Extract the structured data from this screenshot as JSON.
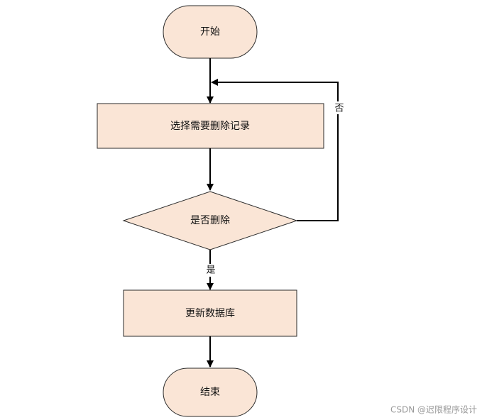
{
  "colors": {
    "node_fill": "#fae5d6",
    "node_stroke": "#2b2b2b",
    "edge_stroke": "#000000"
  },
  "nodes": {
    "start": {
      "label": "开始",
      "shape": "terminal"
    },
    "select": {
      "label": "选择需要删除记录",
      "shape": "process"
    },
    "decision": {
      "label": "是否删除",
      "shape": "decision"
    },
    "update": {
      "label": "更新数据库",
      "shape": "process"
    },
    "end": {
      "label": "结束",
      "shape": "terminal"
    }
  },
  "edges": {
    "yes_label": "是",
    "no_label": "否"
  },
  "watermark": "CSDN @迟限程序设计"
}
